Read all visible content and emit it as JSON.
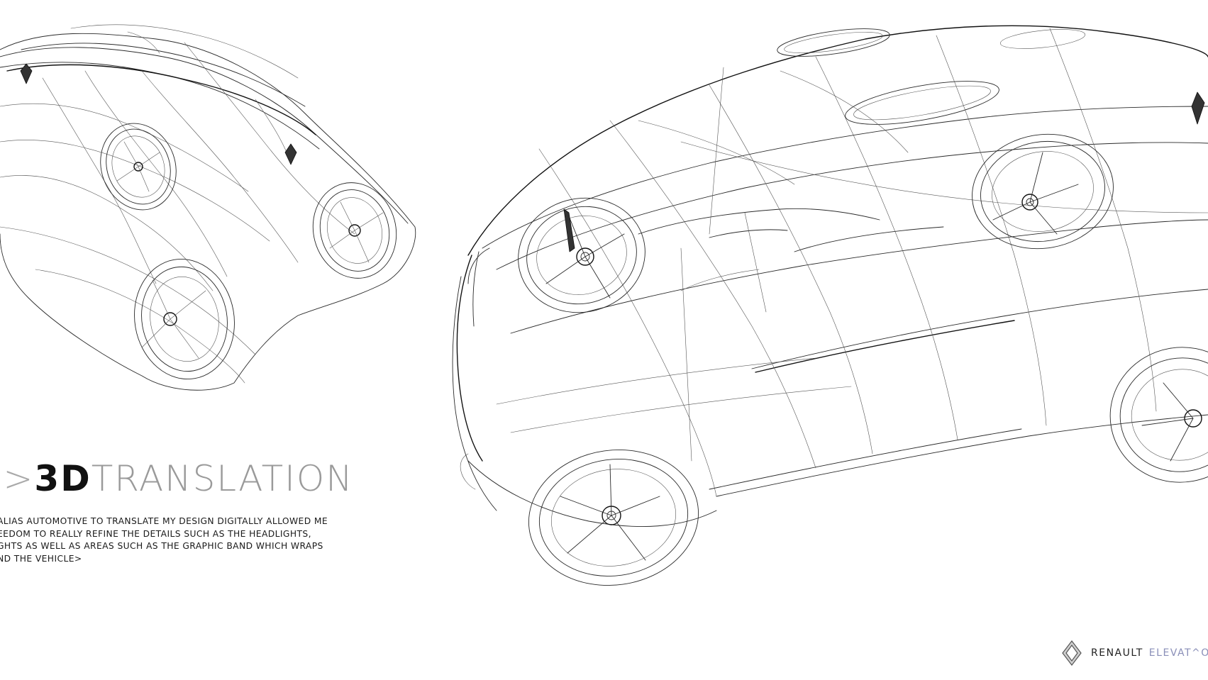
{
  "heading": {
    "prefix": "D>",
    "strong": "3D",
    "rest": "TRANSLATION"
  },
  "body_lines": [
    "ALIAS AUTOMOTIVE TO TRANSLATE MY DESIGN DIGITALLY ALLOWED ME",
    "EEDOM TO REALLY REFINE THE DETAILS SUCH AS THE HEADLIGHTS,",
    "GHTS AS WELL AS AREAS SUCH AS THE GRAPHIC BAND WHICH WRAPS",
    "ND THE VEHICLE>"
  ],
  "brand": {
    "name": "RENAULT",
    "sub": "ELEVAT^ON",
    "logo_icon": "renault-diamond-icon",
    "accent_color": "#8a8fb8"
  },
  "illustrations": [
    "wireframe-car-left",
    "wireframe-car-right"
  ]
}
